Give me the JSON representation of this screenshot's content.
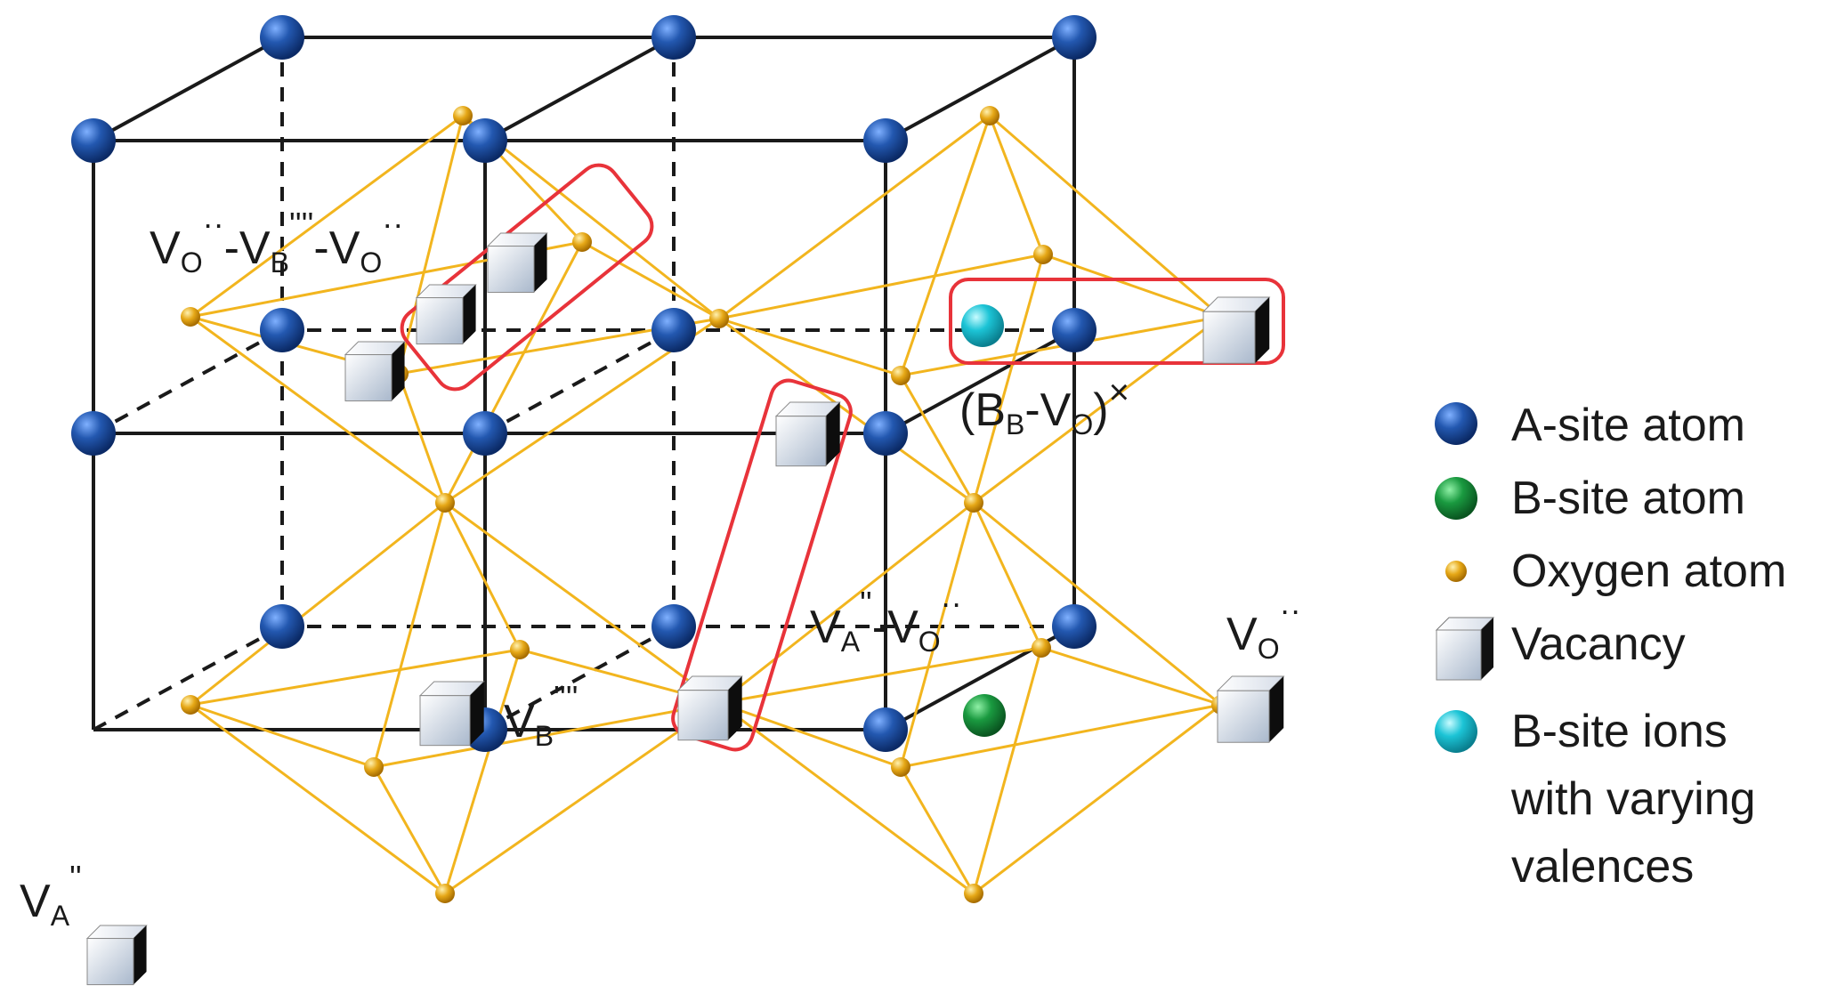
{
  "colors": {
    "a_site": "#1f4f9e",
    "b_site": "#1a9a40",
    "oxygen": "#e6a817",
    "bond": "#f2b51e",
    "b_site_ion": "#1cc4d6",
    "highlight": "#e8333a",
    "frame": "#1a1a1a"
  },
  "labels": {
    "vo_vb_vo": {
      "a": "V",
      "a_sub": "O",
      "a_sup": "··",
      "b": "-V",
      "b_sub": "B",
      "b_sup": "''''",
      "c": "-V",
      "c_sub": "O",
      "c_sup": "··"
    },
    "bb_vo": {
      "open": "(B",
      "b_sub": "B",
      "mid": "-V",
      "o_sub": "O",
      "close": ")",
      "sup": "×"
    },
    "va_vo": {
      "a": "V",
      "a_sub": "A",
      "a_sup": "''",
      "b": "-V",
      "b_sub": "O",
      "b_sup": "··"
    },
    "vo": {
      "a": "V",
      "a_sub": "O",
      "a_sup": "··"
    },
    "vb": {
      "a": "V",
      "a_sub": "B",
      "a_sup": "''''"
    },
    "va": {
      "a": "V",
      "a_sub": "A",
      "a_sup": "''"
    }
  },
  "legend": [
    {
      "icon": "a-site-atom-icon",
      "text": "A-site atom"
    },
    {
      "icon": "b-site-atom-icon",
      "text": "B-site atom"
    },
    {
      "icon": "oxygen-atom-icon",
      "text": "Oxygen atom"
    },
    {
      "icon": "vacancy-icon",
      "text": "Vacancy"
    },
    {
      "icon": "b-site-ion-icon",
      "text": "B-site ions",
      "line2": "with varying",
      "line3": "valences"
    }
  ]
}
